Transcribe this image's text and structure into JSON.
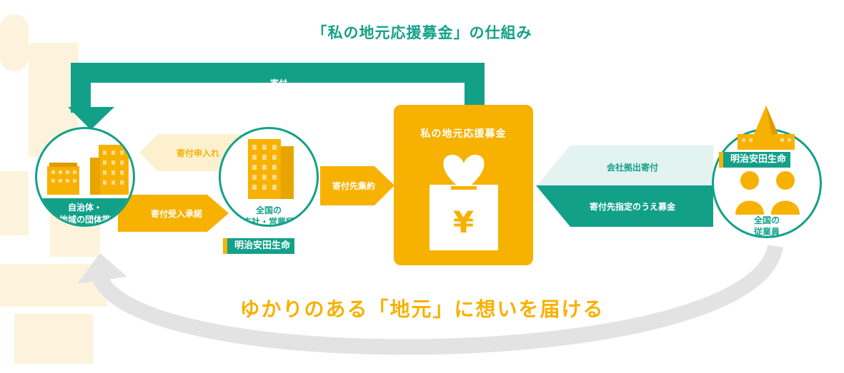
{
  "title": "「私の地元応援募金」の仕組み",
  "top_arrow_label": "寄付",
  "left_circle_label_line1": "自治体・",
  "left_circle_label_line2": "地域の団体等",
  "arrow_request_label": "寄付申入れ",
  "arrow_accept_label": "寄付受入承諾",
  "middle_circle_label_line1": "全国の",
  "middle_circle_label_line2": "支社・営業所",
  "meiji_badge_label": "明治安田生命",
  "arrow_select_label": "寄付先集約",
  "box_title": "私の地元応援募金",
  "yen_symbol": "¥",
  "arrow_company_label": "会社拠出寄付",
  "arrow_employee_label": "寄付先指定のうえ募金",
  "right_badge_label": "明治安田生命",
  "right_circle_label_line1": "全国の",
  "right_circle_label_line2": "従業員",
  "slogan": "ゆかりのある「地元」に想いを届ける",
  "colors": {
    "teal": "#13a089",
    "orange": "#f7b100",
    "light_orange": "#fdf0cf",
    "light_teal": "#e3f3f0",
    "gray": "#d9d9d9"
  }
}
